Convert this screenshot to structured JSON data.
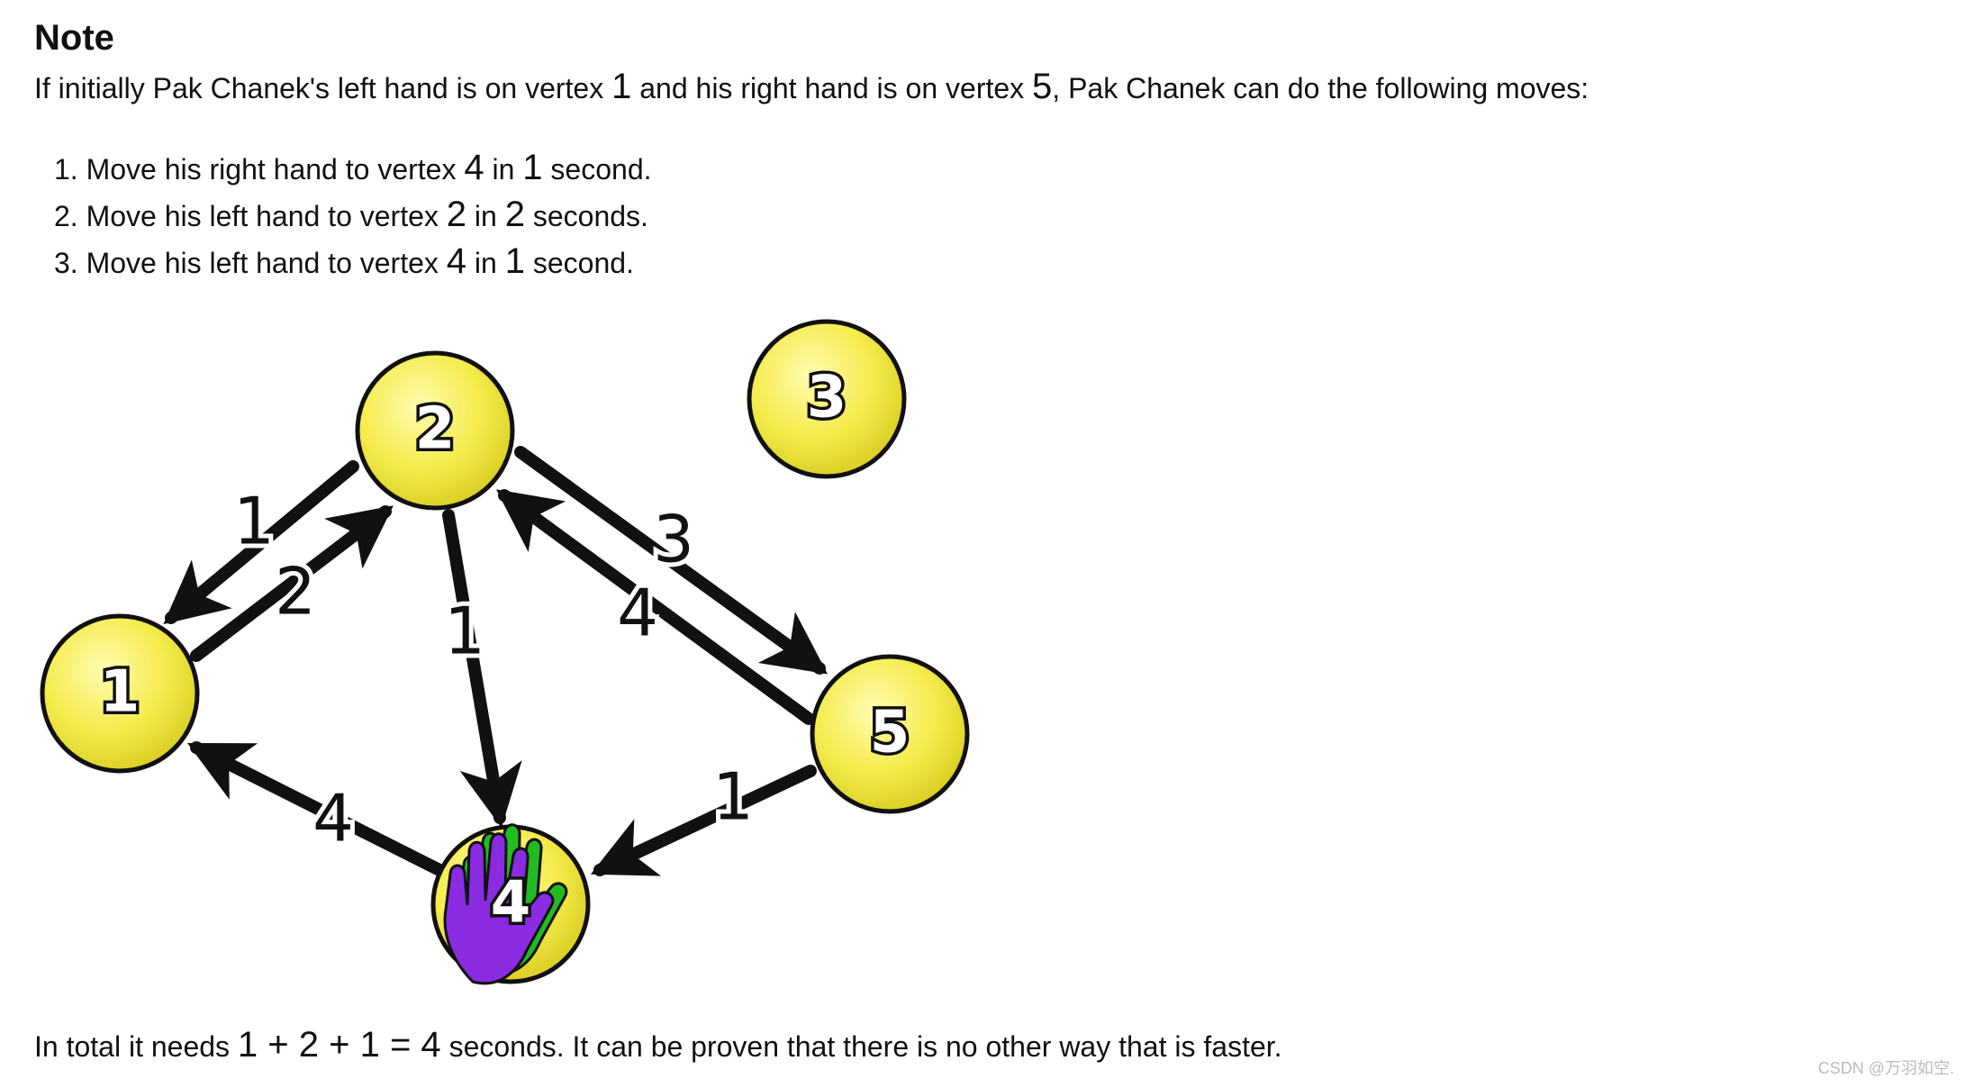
{
  "heading": "Note",
  "intro": {
    "text1": "If initially Pak Chanek's left hand is on vertex ",
    "v1": "1",
    "text2": " and his right hand is on vertex ",
    "v2": "5",
    "text3": ", Pak Chanek can do the following moves:"
  },
  "steps": [
    {
      "prefix": "1. Move his right hand to vertex ",
      "vertex": "4",
      "mid": " in ",
      "time": "1",
      "suffix": " second."
    },
    {
      "prefix": "2. Move his left hand to vertex ",
      "vertex": "2",
      "mid": " in ",
      "time": "2",
      "suffix": " seconds."
    },
    {
      "prefix": "3. Move his left hand to vertex ",
      "vertex": "4",
      "mid": " in ",
      "time": "1",
      "suffix": " second."
    }
  ],
  "graph": {
    "node_labels": [
      "1",
      "2",
      "3",
      "4",
      "5"
    ],
    "edge_labels": {
      "e2_1": "1",
      "e1_2": "2",
      "e2_4": "1",
      "e2_5": "3",
      "e5_2": "4",
      "e4_1": "4",
      "e5_4": "1"
    },
    "colors": {
      "node_fill": "#f5ec4e",
      "node_stroke": "#111111",
      "hand_purple": "#8a2be2",
      "hand_green": "#22bb22"
    },
    "icons": [
      "hand-icon"
    ]
  },
  "conclusion": {
    "text1": "In total it needs ",
    "eq": "1 + 2 + 1 = 4",
    "text2": " seconds. It can be proven that there is no other way that is faster."
  },
  "watermark": "CSDN @万羽如空."
}
